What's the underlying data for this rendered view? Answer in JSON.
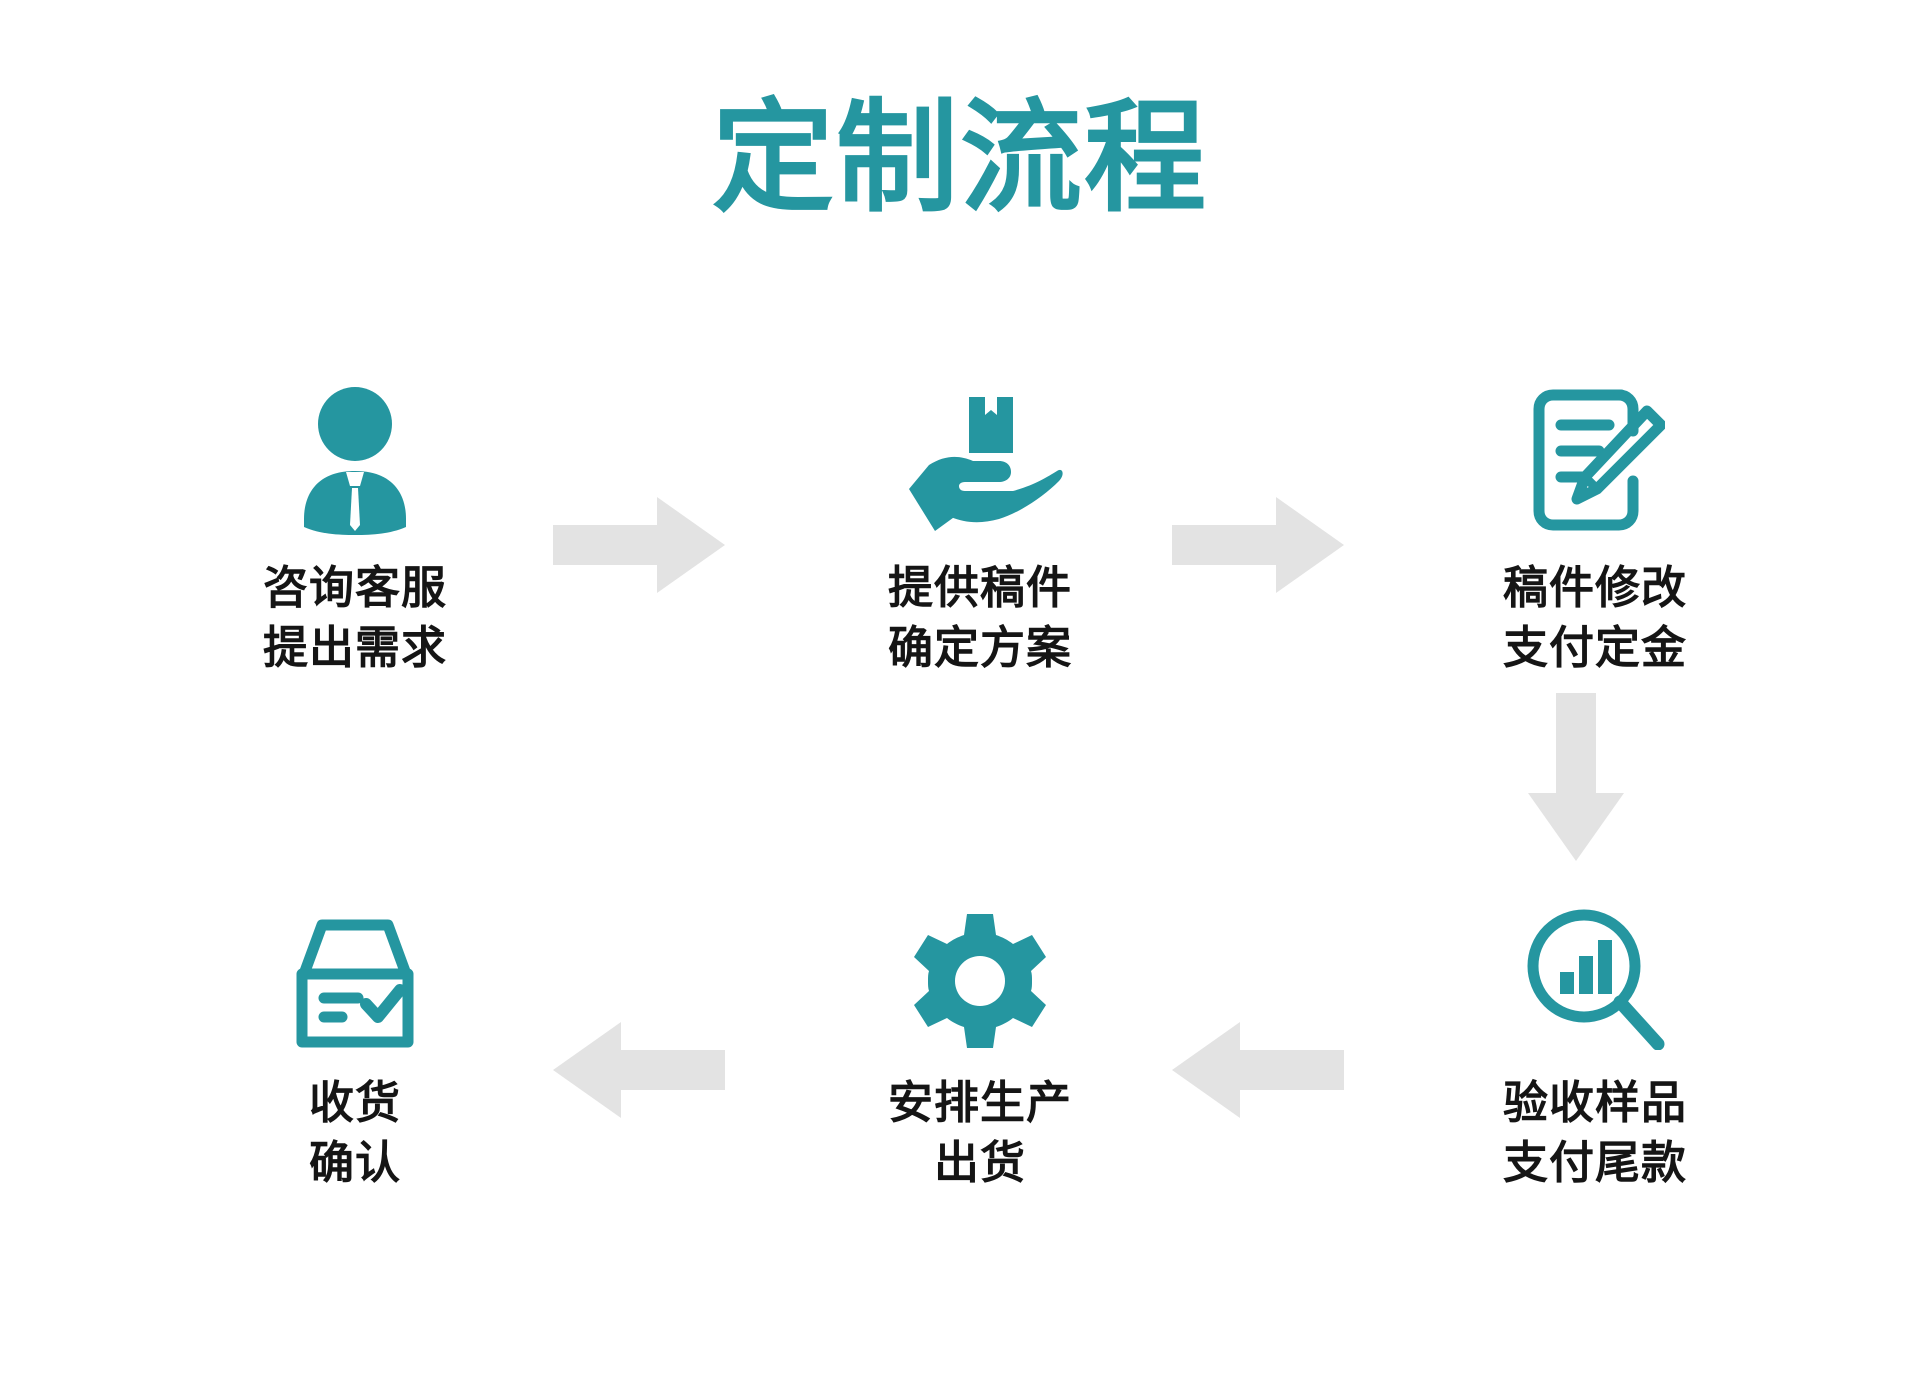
{
  "page": {
    "title": "定制流程",
    "background_color": "#ffffff",
    "accent_color": "#2596a0",
    "arrow_color": "#e3e3e3",
    "label_color": "#151515"
  },
  "steps": [
    {
      "id": "step-1",
      "icon": "customer-service-person-icon",
      "line1": "咨询客服",
      "line2": "提出需求"
    },
    {
      "id": "step-2",
      "icon": "hand-holding-box-icon",
      "line1": "提供稿件",
      "line2": "确定方案"
    },
    {
      "id": "step-3",
      "icon": "document-edit-pencil-icon",
      "line1": "稿件修改",
      "line2": "支付定金"
    },
    {
      "id": "step-4",
      "icon": "magnifier-bar-chart-icon",
      "line1": "验收样品",
      "line2": "支付尾款"
    },
    {
      "id": "step-5",
      "icon": "gear-icon",
      "line1": "安排生产",
      "line2": "出货"
    },
    {
      "id": "step-6",
      "icon": "open-box-check-icon",
      "line1": "收货",
      "line2": "确认"
    }
  ],
  "arrows": [
    {
      "id": "arrow-1",
      "icon": "arrow-right-icon",
      "direction": "right"
    },
    {
      "id": "arrow-2",
      "icon": "arrow-right-icon",
      "direction": "right"
    },
    {
      "id": "arrow-3",
      "icon": "arrow-down-icon",
      "direction": "down"
    },
    {
      "id": "arrow-4",
      "icon": "arrow-left-icon",
      "direction": "left"
    },
    {
      "id": "arrow-5",
      "icon": "arrow-left-icon",
      "direction": "left"
    }
  ]
}
